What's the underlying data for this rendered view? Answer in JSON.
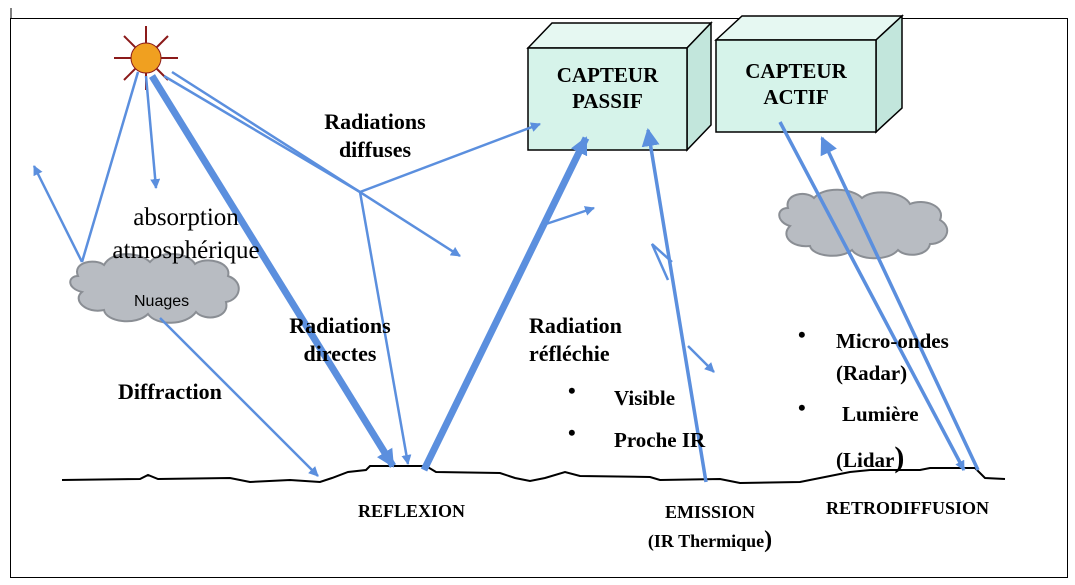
{
  "colors": {
    "arrow": "#5b8fde",
    "sensor_front": "#d6f3ea",
    "sensor_side": "#c2e6dc",
    "cloud": "#b8bcc2",
    "sun": "#f0a020",
    "sun_rays": "#8b1a1a"
  },
  "sensors": {
    "passive": {
      "line1": "CAPTEUR",
      "line2": "PASSIF"
    },
    "active": {
      "line1": "CAPTEUR",
      "line2": "ACTIF"
    }
  },
  "labels": {
    "radiations_diffuses_1": "Radiations",
    "radiations_diffuses_2": "diffuses",
    "absorption_1": "absorption",
    "absorption_2": "atmosphérique",
    "nuages": "Nuages",
    "radiations_directes_1": "Radiations",
    "radiations_directes_2": "directes",
    "diffraction": "Diffraction",
    "radiation_reflechie_1": "Radiation",
    "radiation_reflechie_2": "réfléchie",
    "visible": "Visible",
    "proche_ir": "Proche IR",
    "micro_ondes": "Micro-ondes",
    "radar": "(Radar)",
    "lumiere": "Lumière",
    "lidar": "(Lidar",
    "lidar_paren": ")",
    "reflexion": "REFLEXION",
    "emission": "EMISSION",
    "ir_thermique": "(IR Thermique",
    "ir_paren": ")",
    "retrodiffusion": "RETRODIFFUSION"
  },
  "bullets": {
    "symbol": "•"
  }
}
